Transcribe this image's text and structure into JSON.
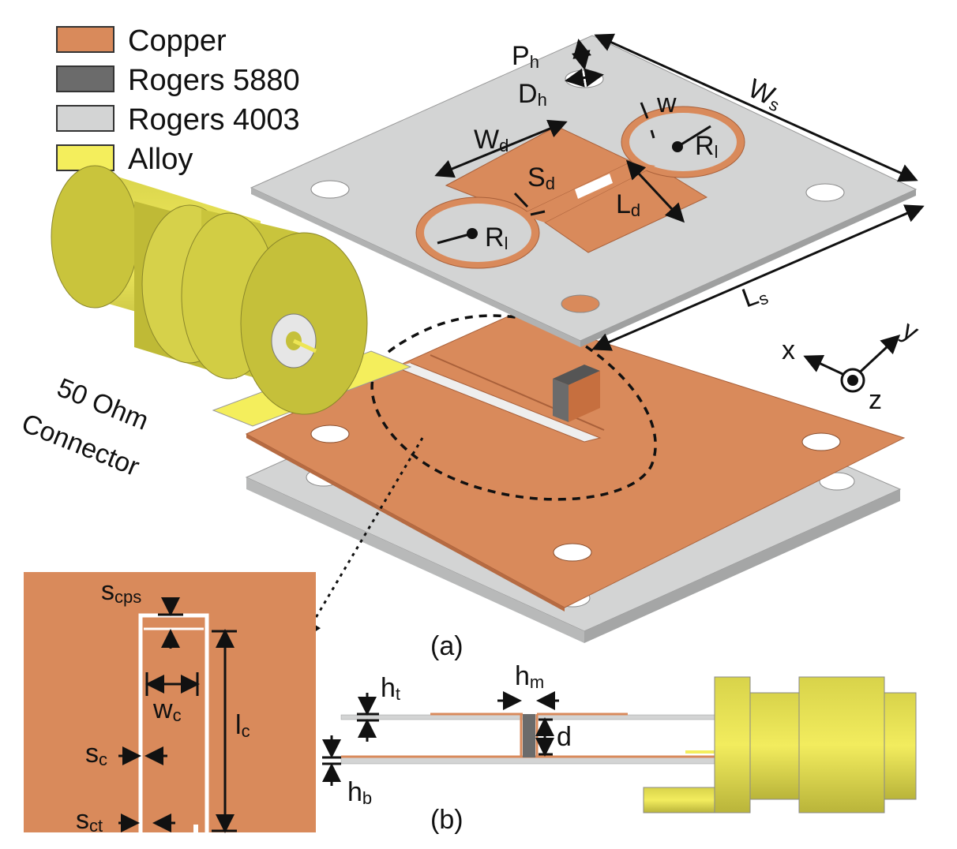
{
  "colors": {
    "copper": "#D98A5B",
    "rogers5880": "#6B6B6B",
    "rogers4003": "#D3D4D4",
    "alloy": "#F4EE5C",
    "connector": "#C9C43C"
  },
  "legend": [
    {
      "label": "Copper",
      "color": "#D98A5B"
    },
    {
      "label": "Rogers 5880",
      "color": "#6B6B6B"
    },
    {
      "label": "Rogers 4003",
      "color": "#D3D4D4"
    },
    {
      "label": "Alloy",
      "color": "#F4EE5C"
    }
  ],
  "labels": {
    "Ph": {
      "m": "P",
      "s": "h"
    },
    "Dh": {
      "m": "D",
      "s": "h"
    },
    "Ws": {
      "m": "W",
      "s": "s"
    },
    "w": {
      "m": "w",
      "s": ""
    },
    "Wd": {
      "m": "W",
      "s": "d"
    },
    "Sd": {
      "m": "S",
      "s": "d"
    },
    "Rl1": {
      "m": "R",
      "s": "l"
    },
    "Rl2": {
      "m": "R",
      "s": "l"
    },
    "Ld": {
      "m": "L",
      "s": "d"
    },
    "Ls": {
      "m": "L",
      "s": "s"
    },
    "x": "x",
    "y": "y",
    "z": "z",
    "connector1": "50 Ohm",
    "connector2": "Connector",
    "scps": {
      "m": "s",
      "s": "cps"
    },
    "wc": {
      "m": "w",
      "s": "c"
    },
    "lc": {
      "m": "l",
      "s": "c"
    },
    "sc": {
      "m": "s",
      "s": "c"
    },
    "sct": {
      "m": "s",
      "s": "ct"
    },
    "ht": {
      "m": "h",
      "s": "t"
    },
    "hm": {
      "m": "h",
      "s": "m"
    },
    "d": "d",
    "hb": {
      "m": "h",
      "s": "b"
    },
    "a": "(a)",
    "b": "(b)"
  }
}
